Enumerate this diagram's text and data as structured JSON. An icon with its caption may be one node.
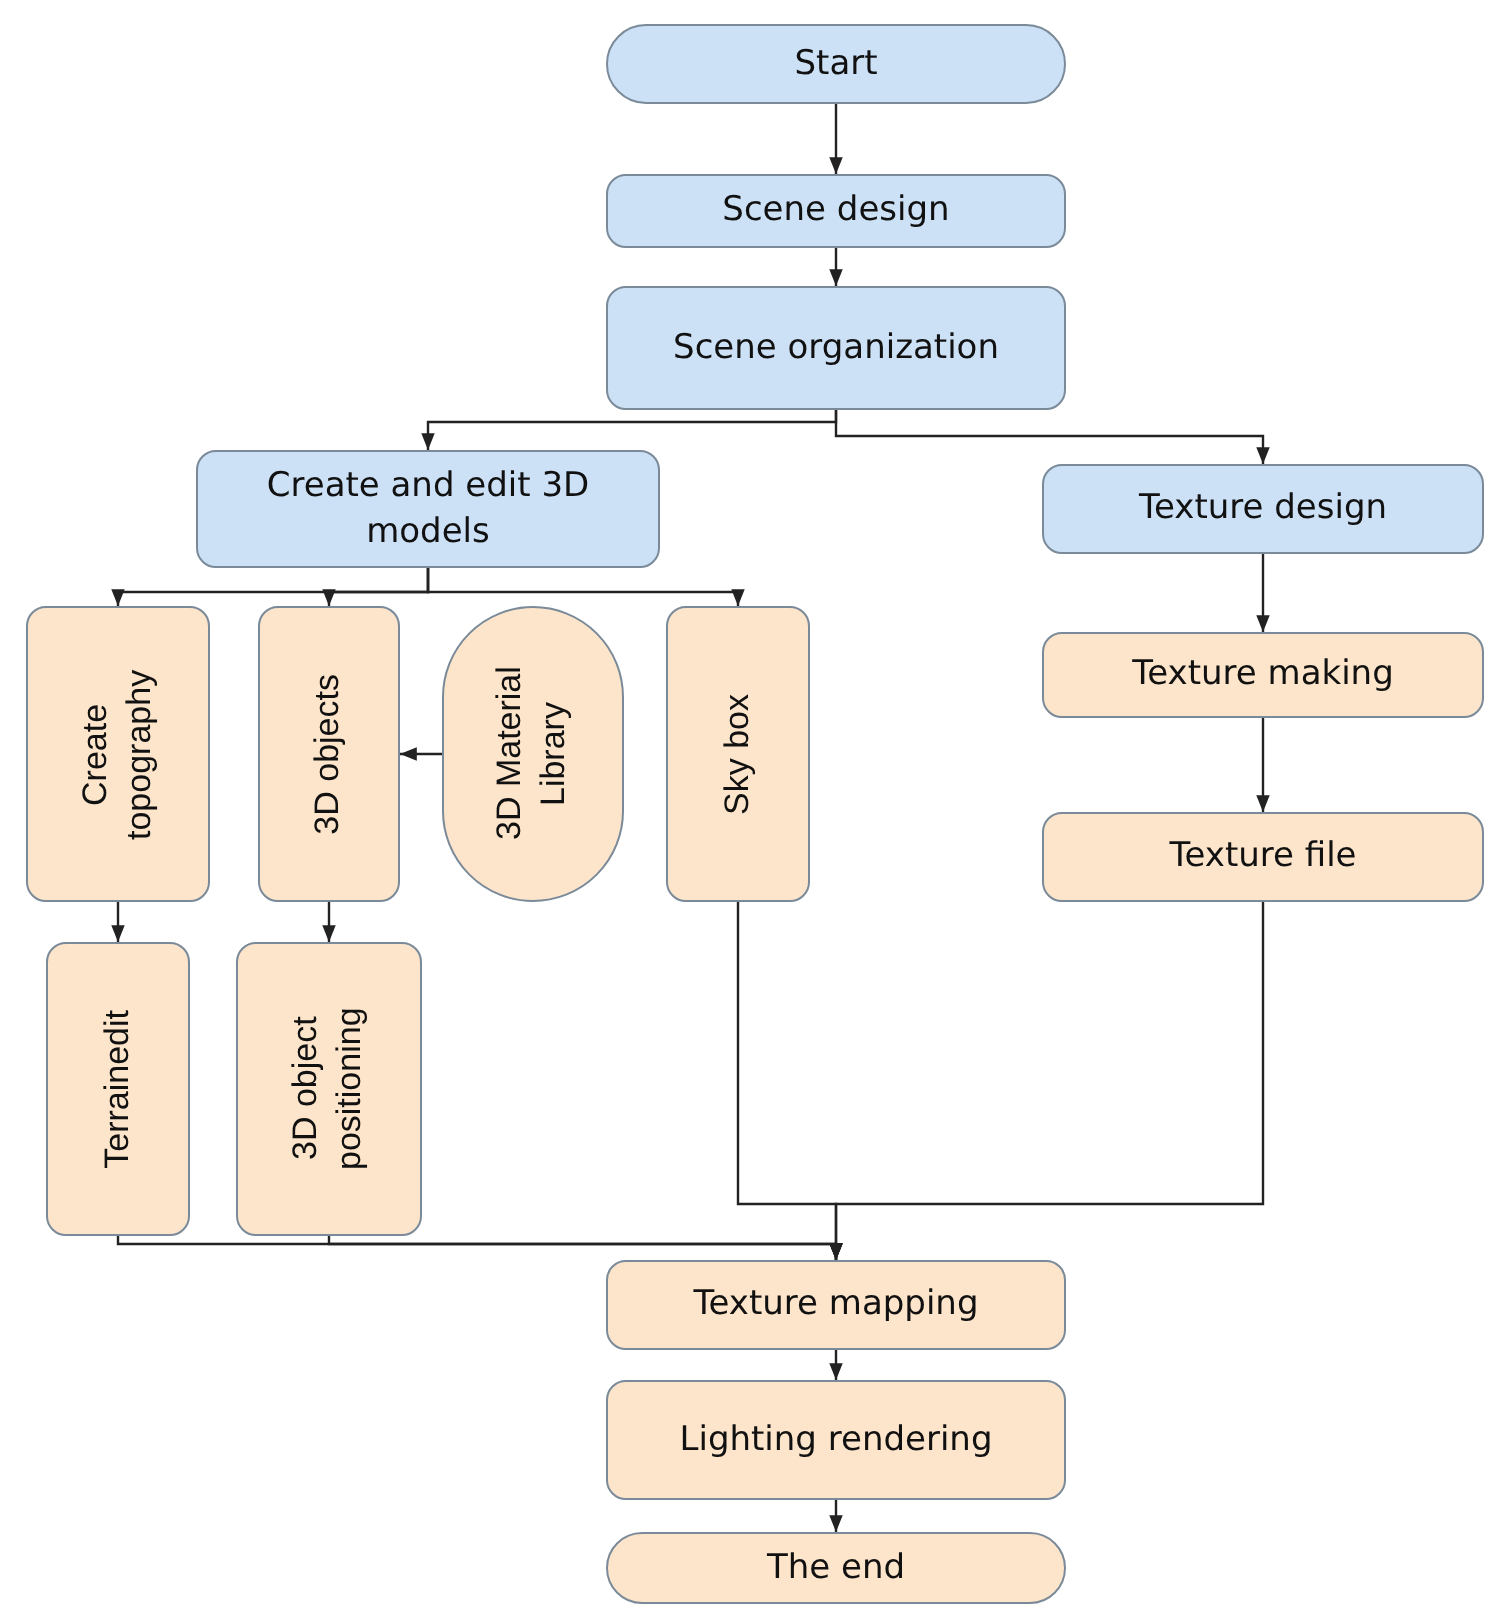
{
  "diagram": {
    "nodes": [
      {
        "text": [
          "Start"
        ]
      },
      {
        "text": [
          "Scene design"
        ]
      },
      {
        "text": [
          "Scene organization"
        ]
      },
      {
        "text": [
          "Create and edit 3D models"
        ]
      },
      {
        "text": [
          "Texture design"
        ]
      },
      {
        "text": [
          "Create topography"
        ]
      },
      {
        "text": [
          "3D objects"
        ]
      },
      {
        "text": [
          "3D Material Library"
        ]
      },
      {
        "text": [
          "Sky box"
        ]
      },
      {
        "text": [
          "Texture making"
        ]
      },
      {
        "text": [
          "Texture file"
        ]
      },
      {
        "text": [
          "Terrainedit"
        ]
      },
      {
        "text": [
          "3D object positioning"
        ]
      },
      {
        "text": [
          "Texture mapping"
        ]
      },
      {
        "text": [
          "Lighting rendering"
        ]
      },
      {
        "text": [
          "The end"
        ]
      }
    ],
    "edges": [
      {
        "from": 0,
        "to": 1,
        "arrow": "to"
      },
      {
        "from": 1,
        "to": 2,
        "arrow": "to"
      },
      {
        "from": 2,
        "to": 3,
        "arrow": "to"
      },
      {
        "from": 2,
        "to": 4,
        "arrow": "to"
      },
      {
        "from": 3,
        "to": 5,
        "arrow": "to"
      },
      {
        "from": 3,
        "to": 6,
        "arrow": "to"
      },
      {
        "from": 3,
        "to": 8,
        "arrow": "to"
      },
      {
        "from": 7,
        "to": 6,
        "arrow": "to"
      },
      {
        "from": 4,
        "to": 9,
        "arrow": "to"
      },
      {
        "from": 9,
        "to": 10,
        "arrow": "to"
      },
      {
        "from": 5,
        "to": 11,
        "arrow": "to"
      },
      {
        "from": 6,
        "to": 12,
        "arrow": "to"
      },
      {
        "from": 11,
        "to": 13,
        "arrow": "to"
      },
      {
        "from": 12,
        "to": 13,
        "arrow": "to"
      },
      {
        "from": 8,
        "to": 13,
        "arrow": "to"
      },
      {
        "from": 10,
        "to": 13,
        "arrow": "to"
      },
      {
        "from": 13,
        "to": 14,
        "arrow": "to"
      },
      {
        "from": 14,
        "to": 15,
        "arrow": "to"
      }
    ]
  }
}
